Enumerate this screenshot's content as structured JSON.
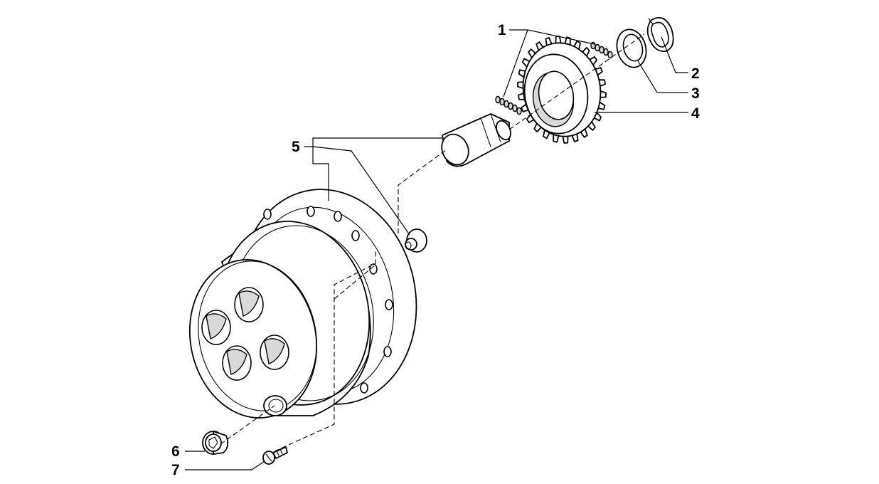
{
  "diagram": {
    "callouts": [
      {
        "id": "1",
        "label": "1"
      },
      {
        "id": "2",
        "label": "2"
      },
      {
        "id": "3",
        "label": "3"
      },
      {
        "id": "4",
        "label": "4"
      },
      {
        "id": "5",
        "label": "5"
      },
      {
        "id": "6",
        "label": "6"
      },
      {
        "id": "7",
        "label": "7"
      }
    ],
    "parts": [
      {
        "callout": "1",
        "icon": "needle-roller-set-icon"
      },
      {
        "callout": "2",
        "icon": "snap-ring-icon"
      },
      {
        "callout": "3",
        "icon": "thrust-washer-icon"
      },
      {
        "callout": "4",
        "icon": "planetary-gear-icon"
      },
      {
        "callout": "5",
        "icon": "pin-icon"
      },
      {
        "callout": "6",
        "icon": "drain-plug-icon"
      },
      {
        "callout": "7",
        "icon": "countersunk-screw-icon"
      }
    ],
    "colors": {
      "line": "#000000",
      "background": "#ffffff",
      "shade": "#d9d9d9"
    }
  }
}
